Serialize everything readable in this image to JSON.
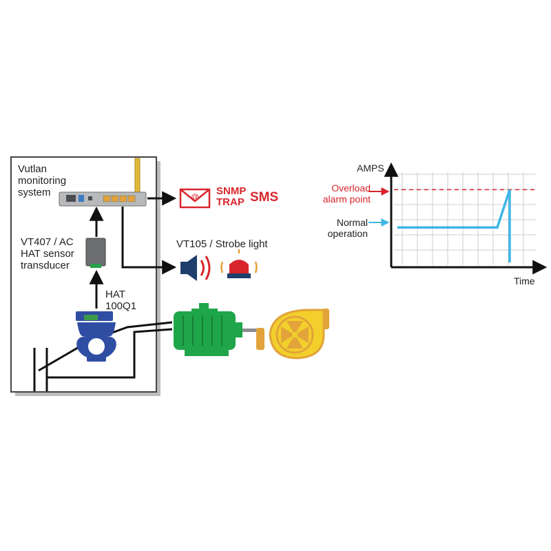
{
  "monitoring": {
    "line1": "Vutlan",
    "line2": "monitoring",
    "line3": "system"
  },
  "transducer": {
    "line1": "VT407 / AC",
    "line2": "HAT sensor",
    "line3": "transducer"
  },
  "hat": {
    "line1": "HAT",
    "line2": "100Q1"
  },
  "notify": {
    "snmp": "SNMP",
    "trap": "TRAP",
    "sms": "SMS",
    "at_symbol": "@"
  },
  "strobe": {
    "label": "VT105 / Strobe light"
  },
  "chart": {
    "ylabel": "AMPS",
    "xlabel": "Time",
    "overload_line1": "Overload",
    "overload_line2": "alarm point",
    "normal_line1": "Normal",
    "normal_line2": "operation"
  },
  "chart_data": {
    "type": "line",
    "title": "",
    "xlabel": "Time",
    "ylabel": "AMPS",
    "series": [
      {
        "values": [
          0.5,
          0.5,
          0.5,
          0.5,
          0.5,
          0.5,
          1.0
        ]
      }
    ],
    "overload_threshold": 1.0,
    "grid": true,
    "colors": {
      "series": "#3fb6e6",
      "threshold": "#d8252b",
      "grid": "#cccccc"
    }
  },
  "colors": {
    "motor": "#1fa64a",
    "fan": "#f2cf2b",
    "sensor": "#2f4ea3",
    "alert": "#d8252b",
    "normal": "#3fb6e6"
  }
}
